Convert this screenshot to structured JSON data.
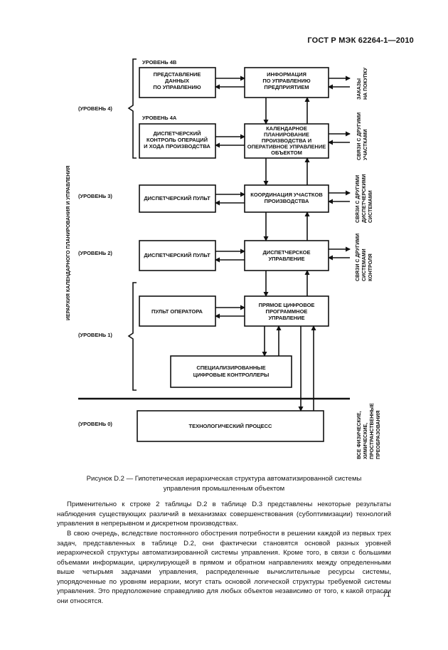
{
  "header": {
    "standard": "ГОСТ Р МЭК 62264-1—2010"
  },
  "diagram": {
    "hierarchy_label": "ИЕРАРХИЯ КАЛЕНДАРНОГО ПЛАНИРОВАНИЯ И УПРАВЛЕНИЯ",
    "sublevel_4b": "УРОВЕНЬ 4B",
    "sublevel_4a": "УРОВЕНЬ 4А",
    "level_labels": [
      "(УРОВЕНЬ 4)",
      "(УРОВЕНЬ 3)",
      "(УРОВЕНЬ 2)",
      "(УРОВЕНЬ 1)",
      "(УРОВЕНЬ 0)"
    ],
    "boxes": {
      "data_rep": [
        "ПРЕДСТАВЛЕНИЕ",
        "ДАННЫХ",
        "ПО УПРАВЛЕНИЮ"
      ],
      "enterprise_info": [
        "ИНФОРМАЦИЯ",
        "ПО УПРАВЛЕНИЮ",
        "ПРЕДПРИЯТИЕМ"
      ],
      "dispatch_control": [
        "ДИСПЕТЧЕРСКИЙ",
        "КОНТРОЛЬ ОПЕРАЦИЙ",
        "И ХОДА ПРОИЗВОДСТВА"
      ],
      "scheduling": [
        "КАЛЕНДАРНОЕ",
        "ПЛАНИРОВАНИЕ",
        "ПРОИЗВОДСТВА И",
        "ОПЕРАТИВНОЕ УПРАВЛЕНИЕ",
        "ОБЪЕКТОМ"
      ],
      "dispatch_console_3": [
        "ДИСПЕТЧЕРСКИЙ ПУЛЬТ"
      ],
      "area_coord": [
        "КООРДИНАЦИЯ УЧАСТКОВ",
        "ПРОИЗВОДСТВА"
      ],
      "dispatch_console_2": [
        "ДИСПЕТЧЕРСКИЙ ПУЛЬТ"
      ],
      "supervisory": [
        "ДИСПЕТЧЕРСКОЕ",
        "УПРАВЛЕНИЕ"
      ],
      "operator_console": [
        "ПУЛЬТ ОПЕРАТОРА"
      ],
      "ddc": [
        "ПРЯМОЕ ЦИФРОВОЕ",
        "ПРОГРАММНОЕ",
        "УПРАВЛЕНИЕ"
      ],
      "spec_controllers": [
        "СПЕЦИАЛИЗИРОВАННЫЕ",
        "ЦИФРОВЫЕ КОНТРОЛЛЕРЫ"
      ],
      "process": [
        "ТЕХНОЛОГИЧЕСКИЙ ПРОЦЕСС"
      ]
    },
    "side_labels": {
      "orders": [
        "ЗАКАЗЫ",
        "НА ПОКУПКУ"
      ],
      "links_other_areas": [
        "СВЯЗИ С ДРУГИМИ",
        "УЧАСТКАМИ"
      ],
      "links_dispatch_systems": [
        "СВЯЗИ С ДРУГИМИ",
        "ДИСПЕТЧЕРСКИМИ",
        "СИСТЕМАМИ"
      ],
      "links_control_systems": [
        "СВЯЗИ С ДРУГИМИ",
        "СИСТЕМАМИ",
        "КОНТРОЛЯ"
      ],
      "all_transforms": [
        "ВСЕ ФИЗИЧЕСКИЕ,",
        "ХИМИЧЕСКИЕ,",
        "ПРОСТРАНСТВЕННЫЕ",
        "ПРЕОБРАЗОВАНИЯ"
      ]
    }
  },
  "caption": [
    "Рисунок D.2 — Гипотетическая иерархическая структура автоматизированной системы",
    "управления промышленным объектом"
  ],
  "paragraphs": [
    "Применительно к строке 2 таблицы D.2 в таблице D.3 представлены некоторые результаты наблюдения существующих различий в механизмах совершенствования (субоптимизации) технологий управления в непрерывном и дискретном производствах.",
    "В свою очередь, вследствие постоянного обострения потребности в решении каждой из первых трех задач, представленных в таблице D.2, они фактически становятся основой разных уровней иерархической структуры автоматизированной системы управления. Кроме того, в связи с большими объемами информации, циркулирующей в прямом и обратном направлениях между определенными выше четырьмя задачами управления, распределенные вычислительные ресурсы системы, упорядоченные по уровням иерархии, могут стать основой логической структуры требуемой системы управления. Это предположение справедливо для любых объектов независимо от того, к какой отрасли они относятся."
  ],
  "page_number": "71"
}
